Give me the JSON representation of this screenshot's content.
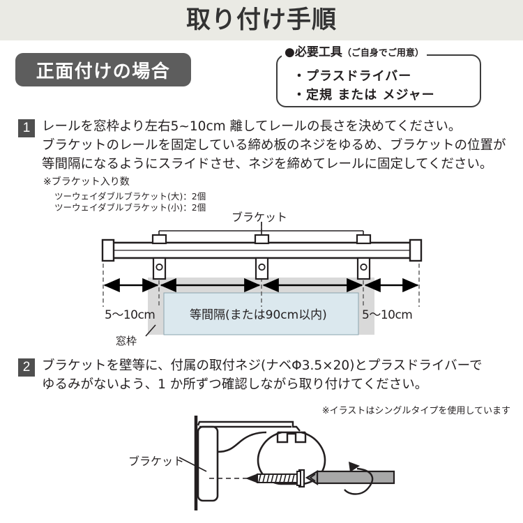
{
  "header": {
    "title": "取り付け手順",
    "band_color": "#eaeae4"
  },
  "section": {
    "pill_label": "正面付けの場合",
    "pill_color": "#5d5d5d"
  },
  "tools": {
    "title_main": "●必要工具",
    "title_paren": "（ご自身でご用意）",
    "items": [
      "・プラスドライバー",
      "・定規 または メジャー"
    ]
  },
  "steps": [
    {
      "number": "1",
      "lines": [
        "レールを窓枠より左右5~10cm 離してレールの長さを決めてください。",
        "ブラケットのレールを固定している締め板のネジをゆるめ、ブラケットの位置が",
        "等間隔になるようにスライドさせ、ネジを締めてレールに固定してください。"
      ],
      "note_heading": "※ブラケット入り数",
      "note_items": [
        "ツーウェイダブルブラケット(大)：2個",
        "ツーウェイダブルブラケット(小)：2個"
      ]
    },
    {
      "number": "2",
      "lines": [
        "ブラケットを壁等に、付属の取付ネジ(ナベΦ3.5×20)とプラスドライバーで",
        "ゆるみがないよう、1 か所ずつ確認しながら取り付けてください。"
      ],
      "footnote": "※イラストはシングルタイプを使用しています"
    }
  ],
  "diagram_top": {
    "label_bracket": "ブラケット",
    "label_window_frame": "窓枠",
    "dim_left": "5〜10cm",
    "dim_right": "5〜10cm",
    "span_center": "等間隔(または90cm以内)",
    "window_glass_color": "#dbe8ee",
    "window_frame_color": "#d9d9d9"
  },
  "diagram_bottom": {
    "label_bracket": "ブラケット",
    "screwdriver_color": "#a8a8a8"
  }
}
